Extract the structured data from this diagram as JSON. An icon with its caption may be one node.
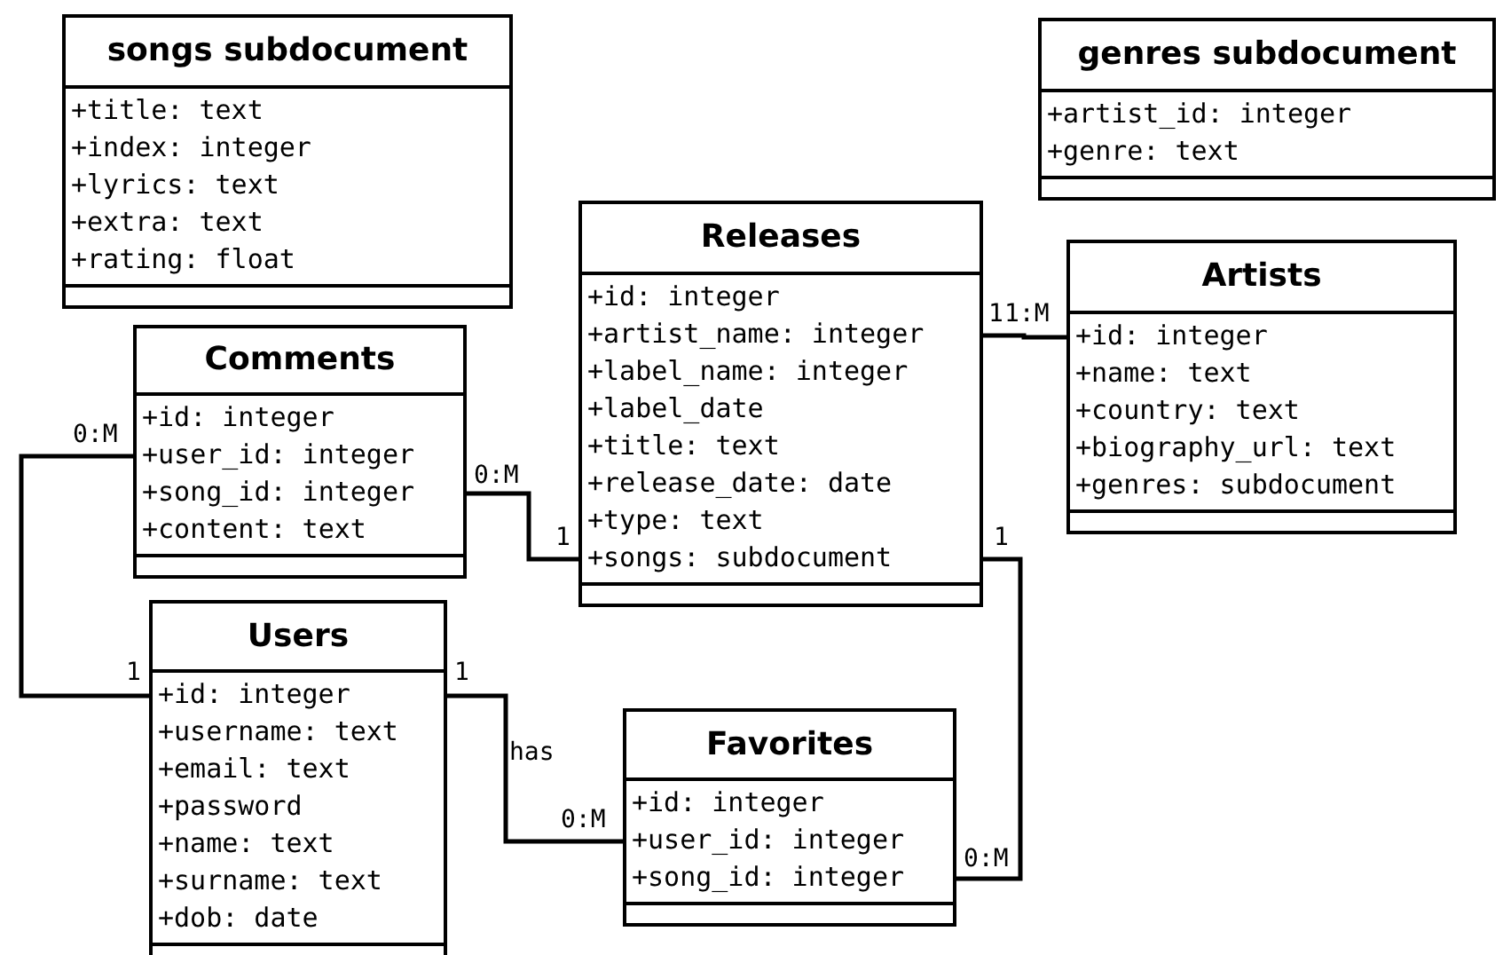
{
  "diagram": {
    "nodes": [
      {
        "text": [
          "songs subdocument",
          "+title: text",
          "+index: integer",
          "+lyrics: text",
          "+extra: text",
          "+rating: float"
        ]
      },
      {
        "text": [
          "genres subdocument",
          "+artist_id: integer",
          "+genre: text"
        ]
      },
      {
        "text": [
          "Releases",
          "+id: integer",
          "+artist_name: integer",
          "+label_name: integer",
          "+label_date",
          "+title: text",
          "+release_date: date",
          "+type: text",
          "+songs: subdocument"
        ]
      },
      {
        "text": [
          "Artists",
          "+id: integer",
          "+name: text",
          "+country: text",
          "+biography_url: text",
          "+genres: subdocument"
        ]
      },
      {
        "text": [
          "Comments",
          "+id: integer",
          "+user_id: integer",
          "+song_id: integer",
          "+content: text"
        ]
      },
      {
        "text": [
          "Users",
          "+id: integer",
          "+username: text",
          "+email: text",
          "+password",
          "+name: text",
          "+surname: text",
          "+dob: date"
        ]
      },
      {
        "text": [
          "Favorites",
          "+id: integer",
          "+user_id: integer",
          "+song_id: integer"
        ]
      }
    ],
    "edges": [
      {
        "from": 4,
        "to": 5,
        "arrow": "none"
      },
      {
        "from": 4,
        "to": 2,
        "arrow": "none"
      },
      {
        "from": 2,
        "to": 3,
        "arrow": "none"
      },
      {
        "from": 5,
        "to": 6,
        "arrow": "none",
        "label": "has"
      },
      {
        "from": 2,
        "to": 6,
        "arrow": "none"
      }
    ],
    "labels": [
      "1",
      "1:M",
      "0:M",
      "0:M",
      "1",
      "1",
      "1",
      "1",
      "0:M",
      "0:M"
    ]
  }
}
